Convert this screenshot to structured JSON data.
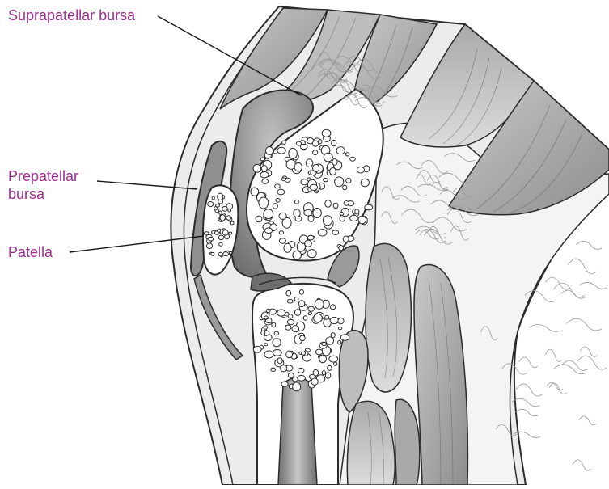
{
  "labels": {
    "suprapatellar": "Suprapatellar bursa",
    "prepatellar_line1": "Prepatellar",
    "prepatellar_line2": "bursa",
    "patella": "Patella"
  },
  "colors": {
    "label_text": "#9b2f8f",
    "leader_line": "#1a1a1a",
    "outline": "#2b2b2b",
    "skin_fat": "#ececec",
    "connective": "#f4f4f4",
    "bone": "#ffffff",
    "bursa": "#8f8f8f",
    "muscle_dark": "#9a9a9a",
    "muscle_mid": "#bdbdbd",
    "muscle_light": "#d6d6d6",
    "marrow": "#7d7d7d"
  }
}
